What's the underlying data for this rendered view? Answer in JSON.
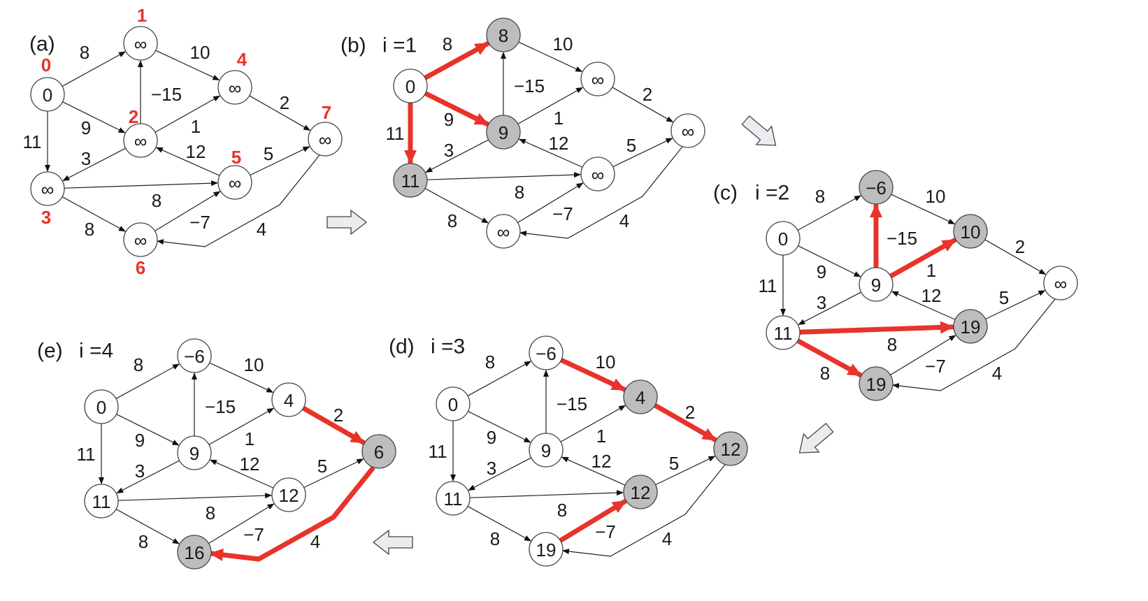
{
  "colors": {
    "highlight": "#e8332a",
    "edge": "#222222",
    "thin_edge": "#777777",
    "node_fill": "#ffffff",
    "node_fill_active": "#bdbdbd",
    "node_stroke": "#444444",
    "flow_arrow_fill": "#ececf0",
    "flow_arrow_stroke": "#444444"
  },
  "index_labels": [
    "0",
    "1",
    "2",
    "3",
    "4",
    "5",
    "6",
    "7"
  ],
  "panels": [
    {
      "id": "a",
      "label": "(a)",
      "values": [
        "0",
        "∞",
        "∞",
        "∞",
        "∞",
        "∞",
        "∞",
        "∞"
      ],
      "active": [],
      "highlight": [],
      "show_index": true
    },
    {
      "id": "b",
      "label": "(b)",
      "iteration": "i =1",
      "values": [
        "0",
        "8",
        "9",
        "11",
        "∞",
        "∞",
        "∞",
        "∞"
      ],
      "active": [
        1,
        2,
        3
      ],
      "highlight": [
        [
          0,
          1
        ],
        [
          0,
          2
        ],
        [
          0,
          3
        ]
      ],
      "show_index": false
    },
    {
      "id": "c",
      "label": "(c)",
      "iteration": "i =2",
      "values": [
        "0",
        "−6",
        "9",
        "11",
        "10",
        "19",
        "19",
        "∞"
      ],
      "active": [
        1,
        4,
        5,
        6
      ],
      "highlight": [
        [
          2,
          1
        ],
        [
          2,
          4
        ],
        [
          3,
          5
        ],
        [
          3,
          6
        ]
      ],
      "show_index": false
    },
    {
      "id": "d",
      "label": "(d)",
      "iteration": "i =3",
      "values": [
        "0",
        "−6",
        "9",
        "11",
        "4",
        "12",
        "19",
        "12"
      ],
      "active": [
        4,
        5,
        7
      ],
      "highlight": [
        [
          1,
          4
        ],
        [
          4,
          7
        ],
        [
          6,
          5
        ]
      ],
      "show_index": false
    },
    {
      "id": "e",
      "label": "(e)",
      "iteration": "i =4",
      "values": [
        "0",
        "−6",
        "9",
        "11",
        "4",
        "12",
        "16",
        "6"
      ],
      "active": [
        6,
        7
      ],
      "highlight": [
        [
          4,
          7
        ],
        [
          7,
          6
        ]
      ],
      "show_index": false
    }
  ],
  "edges": [
    {
      "from": 0,
      "to": 1,
      "weight": "8"
    },
    {
      "from": 0,
      "to": 2,
      "weight": "9"
    },
    {
      "from": 0,
      "to": 3,
      "weight": "11"
    },
    {
      "from": 2,
      "to": 1,
      "weight": "−15"
    },
    {
      "from": 1,
      "to": 4,
      "weight": "10"
    },
    {
      "from": 2,
      "to": 4,
      "weight": "1"
    },
    {
      "from": 2,
      "to": 3,
      "weight": "3"
    },
    {
      "from": 5,
      "to": 2,
      "weight": "12"
    },
    {
      "from": 3,
      "to": 5,
      "weight": "8"
    },
    {
      "from": 3,
      "to": 6,
      "weight": "8"
    },
    {
      "from": 6,
      "to": 5,
      "weight": "−7"
    },
    {
      "from": 4,
      "to": 7,
      "weight": "2"
    },
    {
      "from": 5,
      "to": 7,
      "weight": "5"
    },
    {
      "from": 7,
      "to": 6,
      "weight": "4"
    }
  ]
}
